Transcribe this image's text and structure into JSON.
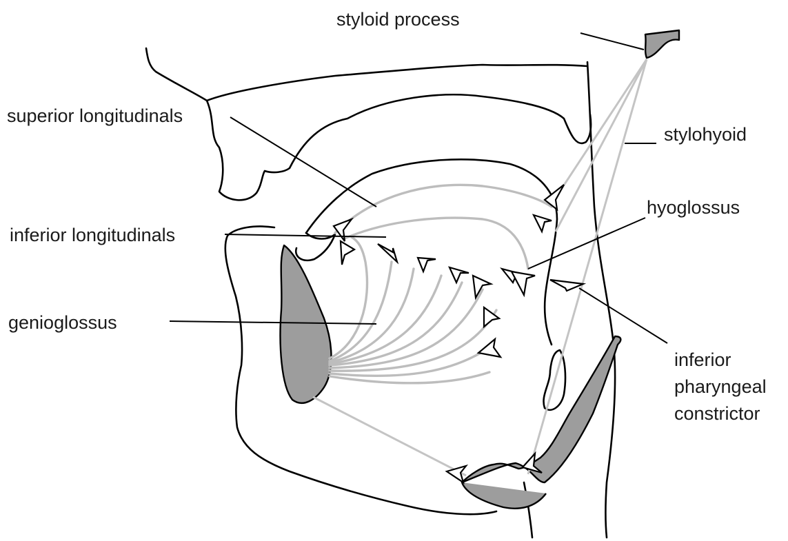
{
  "labels": {
    "styloid_process": "styloid process",
    "superior_longitudinals": "superior longitudinals",
    "stylohyoid": "stylohyoid",
    "hyoglossus": "hyoglossus",
    "inferior_longitudinals": "inferior longitudinals",
    "genioglossus": "genioglossus",
    "inferior_pharyngeal_constrictor": [
      "inferior",
      "pharyngeal",
      "constrictor"
    ]
  },
  "colors": {
    "outline": "#000000",
    "muscle_fibers": "#bdbdbd",
    "bone_fill": "#9d9d9d",
    "background": "#ffffff"
  }
}
